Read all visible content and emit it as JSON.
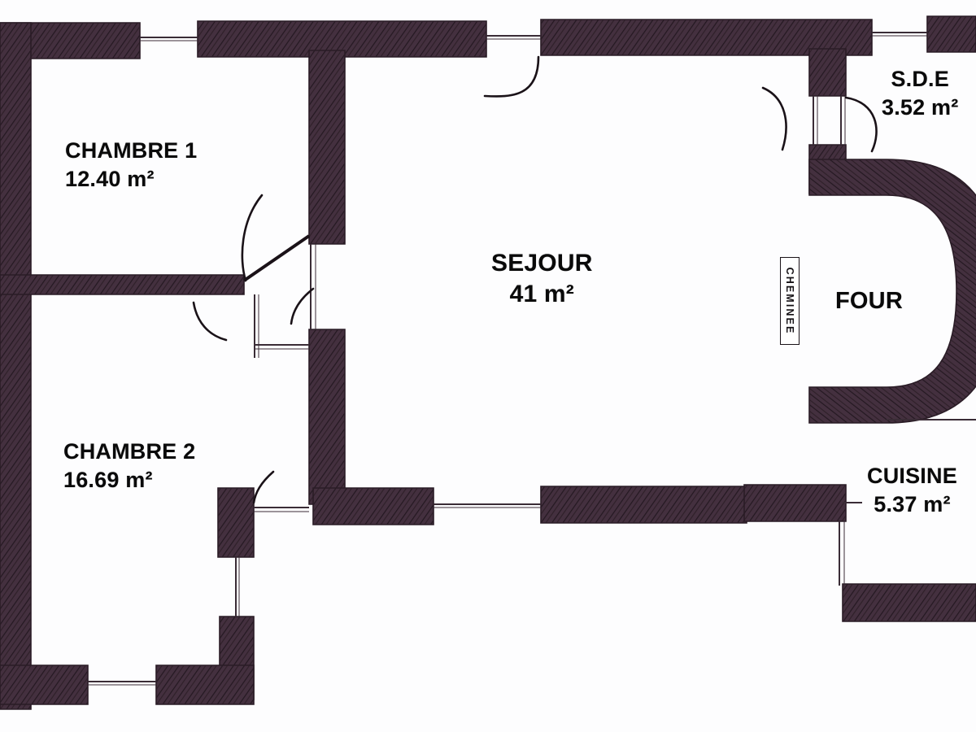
{
  "document": {
    "type": "architectural-floor-plan",
    "language": "fr",
    "title": "Plan d'etage",
    "background_color": "#fdfdfe",
    "wall_fill_color": "#44303f",
    "wall_stroke_color": "#2a1c26",
    "hatch_color": "#241821",
    "thin_line_color": "#3a2c36",
    "text_color": "#0a0a0a"
  },
  "rooms": [
    {
      "key": "chambre1",
      "name": "CHAMBRE 1",
      "area": "12.40 m²",
      "area_value": 12.4,
      "unit": "m²"
    },
    {
      "key": "chambre2",
      "name": "CHAMBRE 2",
      "area": "16.69 m²",
      "area_value": 16.69,
      "unit": "m²"
    },
    {
      "key": "sejour",
      "name": "SEJOUR",
      "area": "41 m²",
      "area_value": 41,
      "unit": "m²"
    },
    {
      "key": "sde",
      "name": "S.D.E",
      "area": "3.52 m²",
      "area_value": 3.52,
      "unit": "m²"
    },
    {
      "key": "cuisine",
      "name": "CUISINE",
      "area": "5.37 m²",
      "area_value": 5.37,
      "unit": "m²"
    },
    {
      "key": "four",
      "name": "FOUR",
      "area": "",
      "area_value": null,
      "unit": ""
    }
  ],
  "annotations": {
    "cheminee_label": "CHEMINEE"
  },
  "features": {
    "door_swing_count": 5,
    "window_opening_count": 6,
    "oven_shape": "rounded-d-shape",
    "fireplace_box": true
  }
}
